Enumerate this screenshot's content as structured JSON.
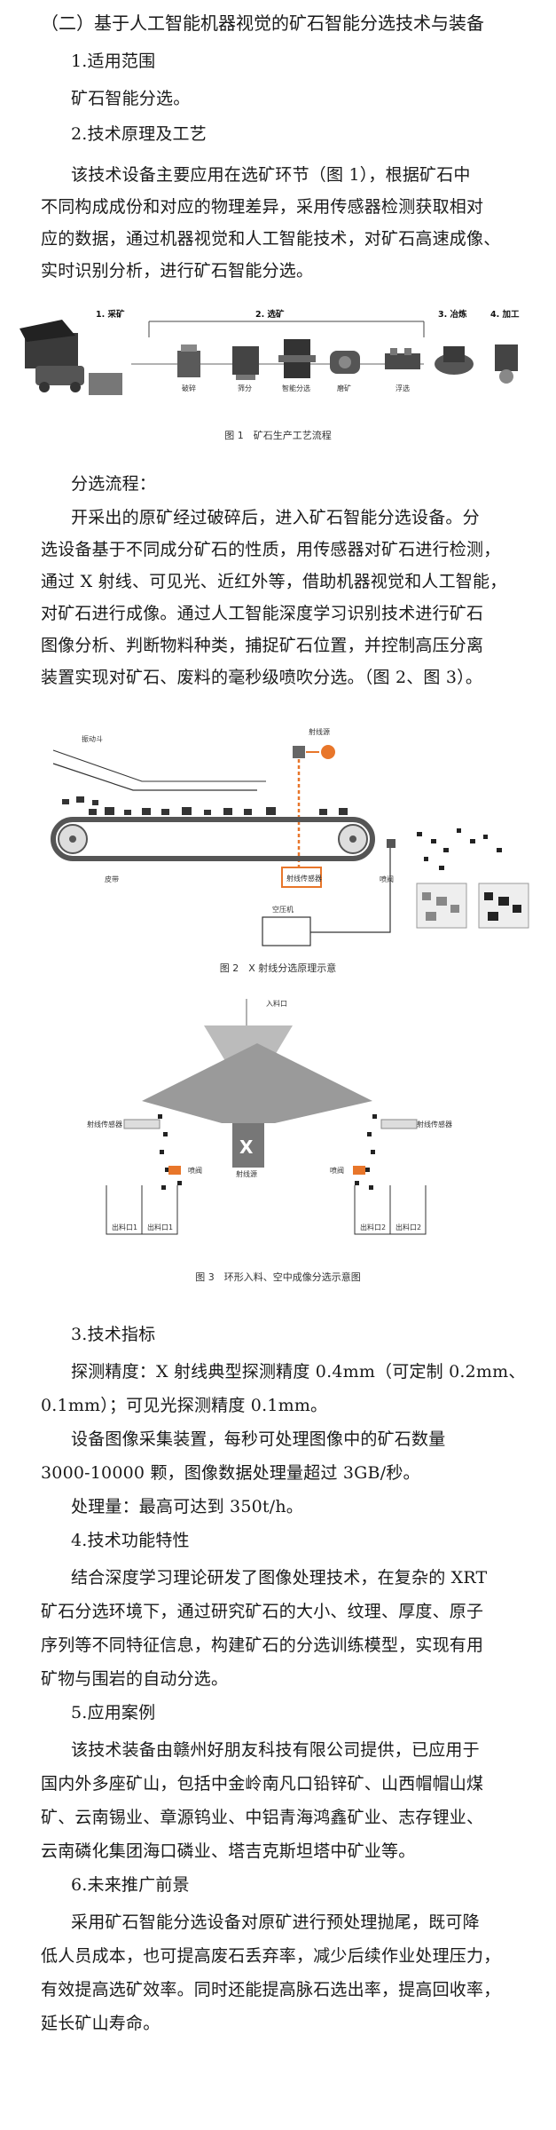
{
  "title": "（二）基于人工智能机器视觉的矿石智能分选技术与装备",
  "s1": {
    "heading": "1.适用范围",
    "body": "矿石智能分选。"
  },
  "s2": {
    "heading": "2.技术原理及工艺",
    "lines": [
      "该技术设备主要应用在选矿环节（图 1），根据矿石中",
      "不同构成成份和对应的物理差异，采用传感器检测获取相对",
      "应的数据，通过机器视觉和人工智能技术，对矿石高速成像、",
      "实时识别分析，进行矿石智能分选。"
    ],
    "flow_title": "分选流程：",
    "flow_lines": [
      "开采出的原矿经过破碎后，进入矿石智能分选设备。分",
      "选设备基于不同成分矿石的性质，用传感器对矿石进行检测，",
      "通过 X 射线、可见光、近红外等，借助机器视觉和人工智能，",
      "对矿石进行成像。通过人工智能深度学习识别技术进行矿石",
      "图像分析、判断物料种类，捕捉矿石位置，并控制高压分离",
      "装置实现对矿石、废料的毫秒级喷吹分选。（图 2、图 3）。"
    ]
  },
  "fig1": {
    "caption": "图 1　矿石生产工艺流程",
    "stages": [
      "1. 采矿",
      "2. 选矿",
      "3. 冶炼",
      "4. 加工"
    ],
    "sublabels": [
      "破碎",
      "筛分",
      "智能分选",
      "磨矿",
      "浮选"
    ]
  },
  "fig2": {
    "caption": "图 2　X 射线分选原理示意",
    "labels": {
      "hopper": "振动斗",
      "xray_source": "射线源",
      "sensor": "射线传感器",
      "belt": "皮带",
      "nozzle": "喷阀",
      "compressor": "空压机"
    }
  },
  "fig3": {
    "caption": "图 3　环形入料、空中成像分选示意图",
    "labels": {
      "feed": "入料口",
      "source": "射线源",
      "sensor_left": "射线传感器",
      "sensor_right": "射线传感器",
      "nozzle_left": "喷阀",
      "nozzle_right": "喷阀",
      "out_left_1": "出料口1",
      "out_left_2": "出料口1",
      "out_right_1": "出料口2",
      "out_right_2": "出料口2"
    }
  },
  "s3": {
    "heading": "3.技术指标",
    "lines": [
      "探测精度：X 射线典型探测精度 0.4mm（可定制 0.2mm、",
      "0.1mm）；可见光探测精度 0.1mm。",
      "设备图像采集装置，每秒可处理图像中的矿石数量",
      "3000-10000 颗，图像数据处理量超过 3GB/秒。",
      "处理量：最高可达到 350t/h。"
    ]
  },
  "s4": {
    "heading": "4.技术功能特性",
    "lines": [
      "结合深度学习理论研发了图像处理技术，在复杂的 XRT",
      "矿石分选环境下，通过研究矿石的大小、纹理、厚度、原子",
      "序列等不同特征信息，构建矿石的分选训练模型，实现有用",
      "矿物与围岩的自动分选。"
    ]
  },
  "s5": {
    "heading": "5.应用案例",
    "lines": [
      "该技术装备由赣州好朋友科技有限公司提供，已应用于",
      "国内外多座矿山，包括中金岭南凡口铅锌矿、山西帽帽山煤",
      "矿、云南锡业、章源钨业、中铝青海鸿鑫矿业、志存锂业、",
      "云南磷化集团海口磷业、塔吉克斯坦塔中矿业等。"
    ]
  },
  "s6": {
    "heading": "6.未来推广前景",
    "lines": [
      "采用矿石智能分选设备对原矿进行预处理抛尾，既可降",
      "低人员成本，也可提高废石丢弃率，减少后续作业处理压力，",
      "有效提高选矿效率。同时还能提高脉石选出率，提高回收率，",
      "延长矿山寿命。"
    ]
  },
  "colors": {
    "xray_orange": "#e8762a",
    "belt_gray": "#555555",
    "text": "#1a1a1a"
  }
}
